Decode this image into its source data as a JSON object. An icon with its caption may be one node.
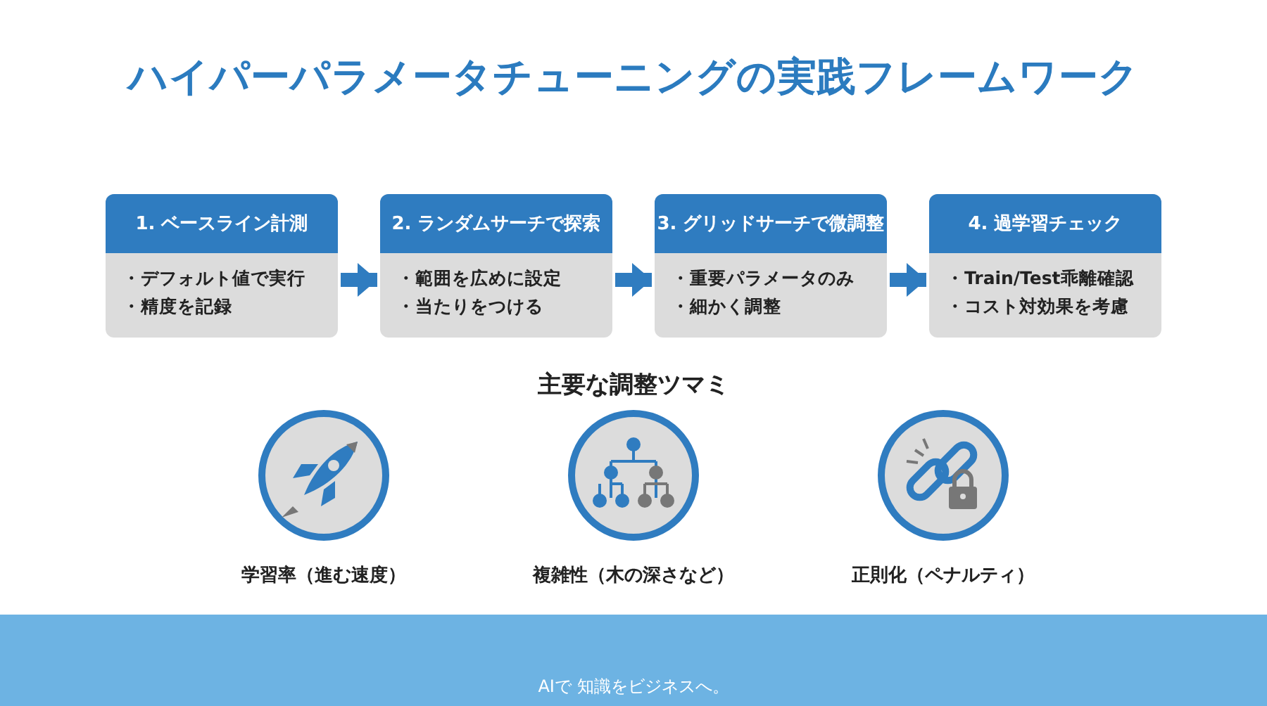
{
  "diagram": {
    "title": "ハイパーパラメータチューニングの実践フレームワーク",
    "nodes": [
      {
        "text": [
          "1. ベースライン計測",
          "・デフォルト値で実行",
          "・精度を記録"
        ]
      },
      {
        "text": [
          "2. ランダムサーチで探索",
          "・範囲を広めに設定",
          "・当たりをつける"
        ]
      },
      {
        "text": [
          "3. グリッドサーチで微調整",
          "・重要パラメータのみ",
          "・細かく調整"
        ]
      },
      {
        "text": [
          "4. 過学習チェック",
          "・Train/Test乖離確認",
          "・コスト対効果を考慮"
        ]
      },
      {
        "text": [
          "学習率（進む速度）"
        ]
      },
      {
        "text": [
          "複雑性（木の深さなど）"
        ]
      },
      {
        "text": [
          "正則化（ペナルティ）"
        ]
      }
    ],
    "edges": [
      {
        "from": 0,
        "to": 1,
        "arrow": "to"
      },
      {
        "from": 1,
        "to": 2,
        "arrow": "to"
      },
      {
        "from": 2,
        "to": 3,
        "arrow": "to"
      }
    ],
    "labels": [
      "主要な調整ツマミ",
      "AIで 知識をビジネスへ。"
    ]
  }
}
